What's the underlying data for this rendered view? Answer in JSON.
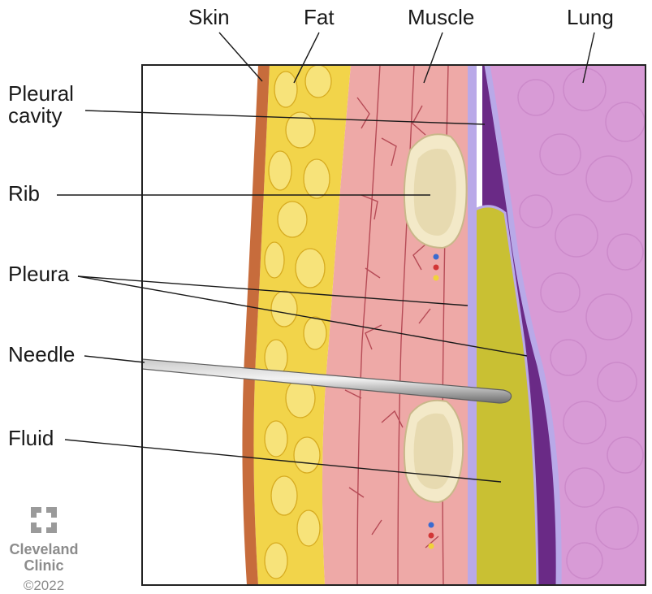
{
  "labels": {
    "skin": "Skin",
    "fat": "Fat",
    "muscle": "Muscle",
    "lung": "Lung",
    "pleural_cavity": "Pleural\ncavity",
    "rib": "Rib",
    "pleura": "Pleura",
    "needle": "Needle",
    "fluid": "Fluid"
  },
  "brand": {
    "name_line1": "Cleveland",
    "name_line2": "Clinic",
    "copyright": "©2022"
  },
  "colors": {
    "skin": "#c76b3c",
    "fat": "#f2d24a",
    "muscle": "#eeaaa8",
    "muscle_lines": "#b74b55",
    "pleura": "#b7a8e6",
    "cavity": "#6a2a86",
    "fluid": "#c8bf32",
    "lung": "#d79bd7",
    "bone": "#f3e9c7",
    "needle": "#8d8d8d",
    "logo": "#9a9a9a"
  }
}
